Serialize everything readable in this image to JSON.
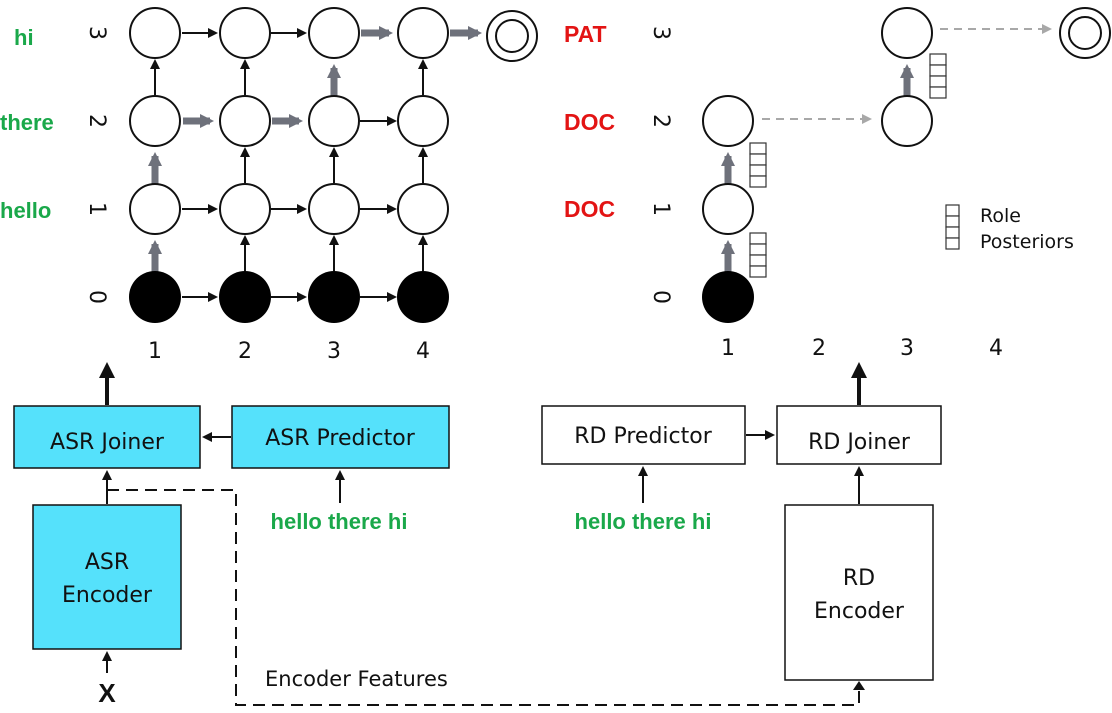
{
  "lattice_left": {
    "row_labels": [
      "hi",
      "there",
      "hello"
    ],
    "y_ticks": [
      "3",
      "2",
      "1",
      "0"
    ],
    "x_ticks": [
      "1",
      "2",
      "3",
      "4"
    ]
  },
  "lattice_right": {
    "row_labels": [
      "PAT",
      "DOC",
      "DOC"
    ],
    "y_ticks": [
      "3",
      "2",
      "1",
      "0"
    ],
    "x_ticks": [
      "1",
      "2",
      "3",
      "4"
    ],
    "legend": [
      "Role",
      "Posteriors"
    ]
  },
  "asr": {
    "joiner": "ASR Joiner",
    "predictor": "ASR Predictor",
    "encoder_line1": "ASR",
    "encoder_line2": "Encoder",
    "predictor_input": "hello there hi",
    "input_symbol": "X"
  },
  "rd": {
    "predictor": "RD Predictor",
    "joiner": "RD Joiner",
    "encoder_line1": "RD",
    "encoder_line2": "Encoder",
    "predictor_input": "hello there hi"
  },
  "encoder_features_label": "Encoder Features",
  "colors": {
    "asr_box": "#55e1fb",
    "gray_arrow": "#6e717b",
    "green_text": "#1aa84a",
    "red_text": "#e31414"
  }
}
